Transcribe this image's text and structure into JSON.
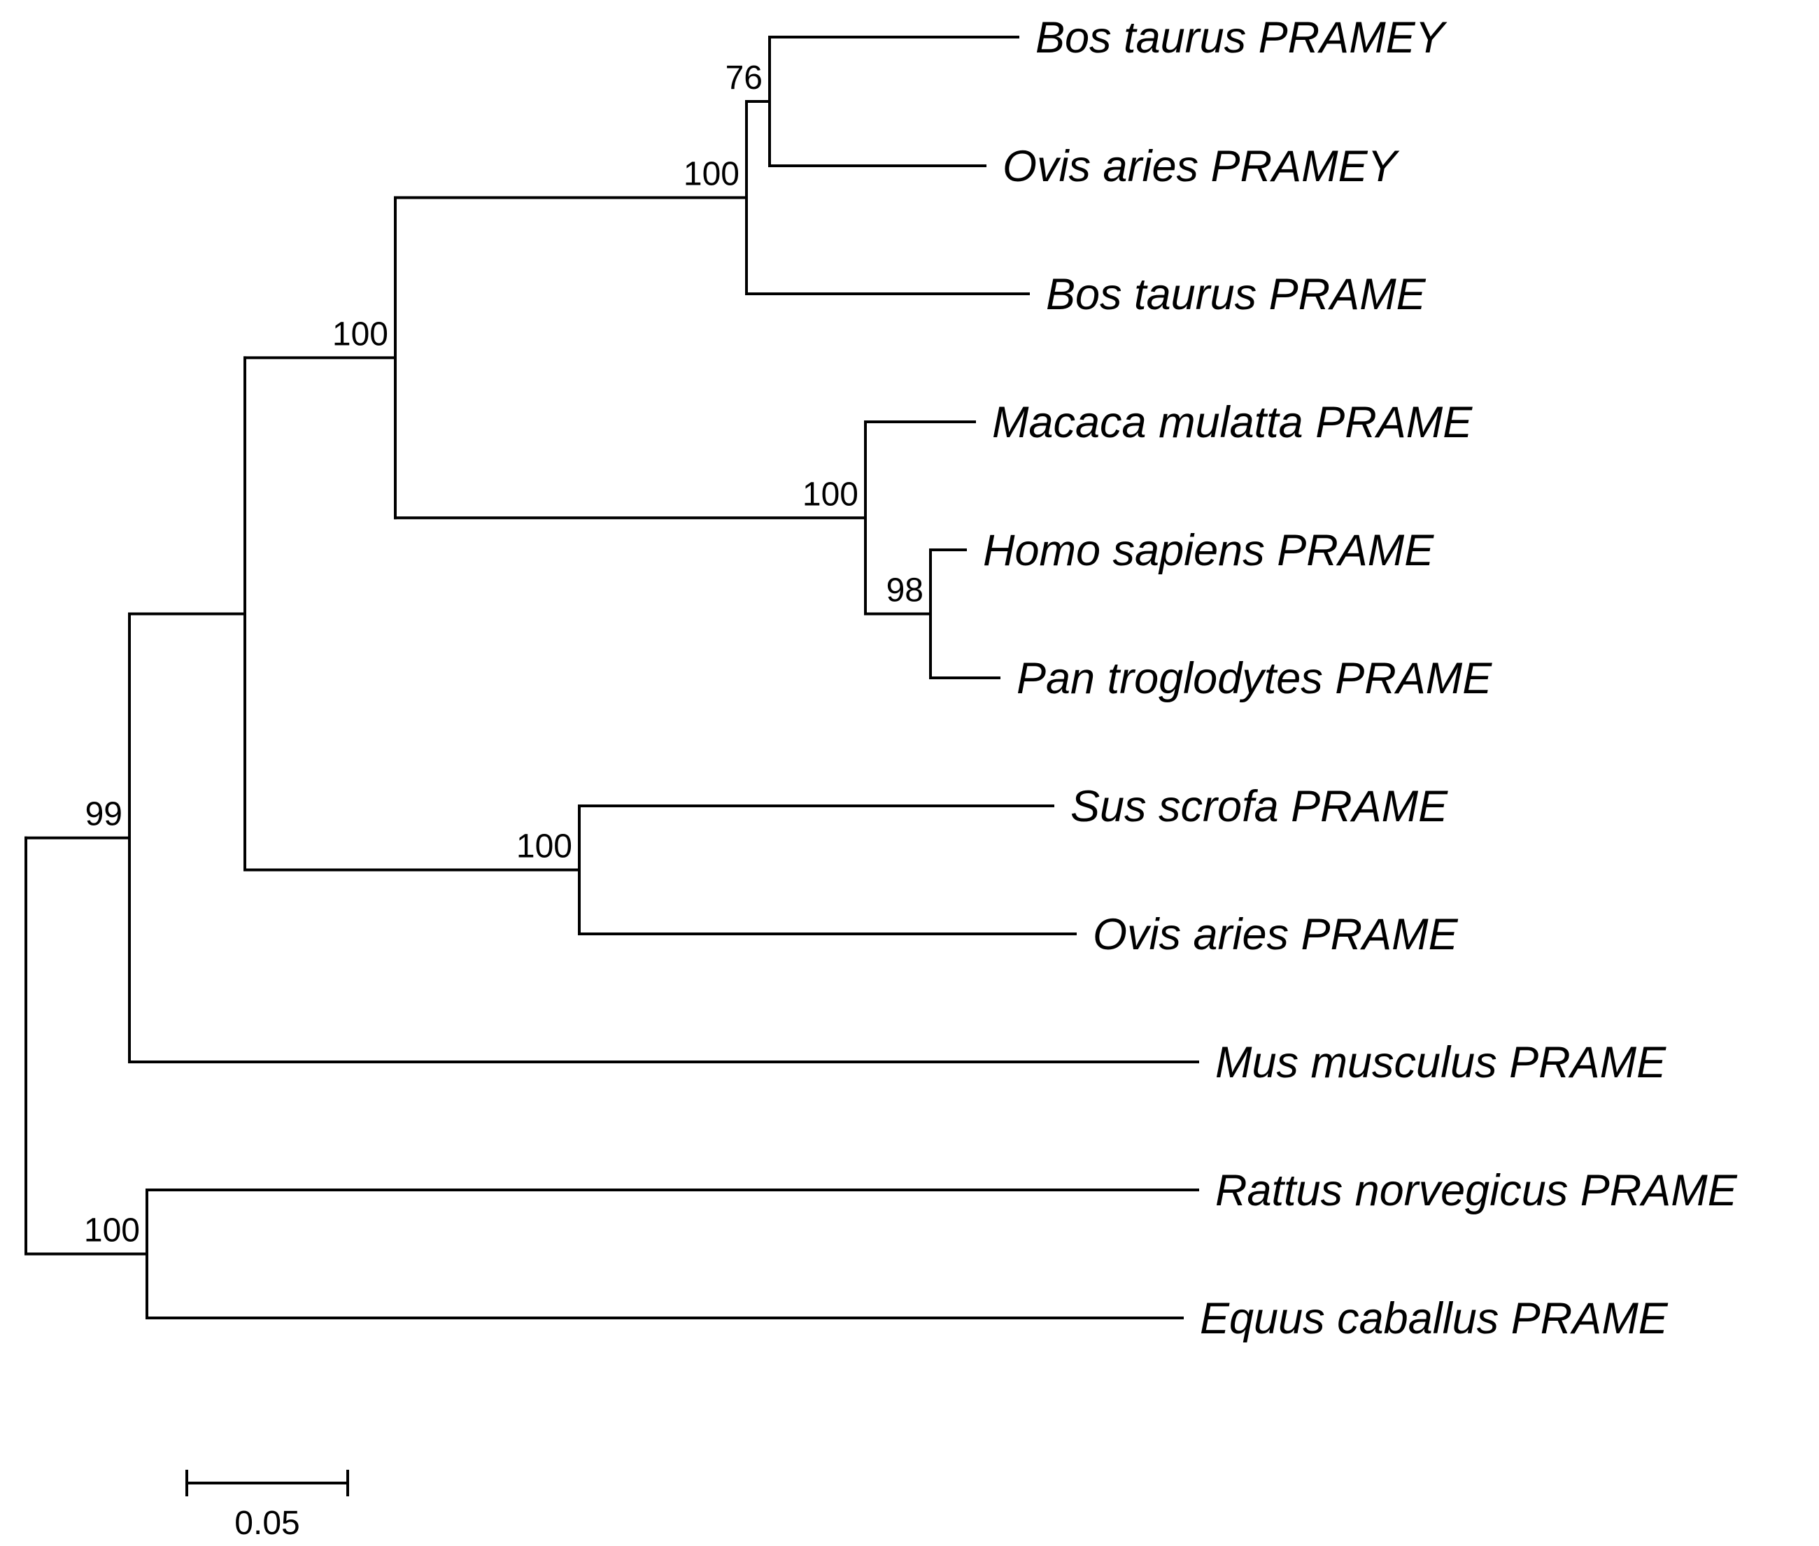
{
  "colors": {
    "line": "#000000",
    "text": "#000000",
    "background": "#ffffff"
  },
  "tree": {
    "id": "root",
    "children": [
      {
        "id": "n_main",
        "support": "99",
        "children": [
          {
            "id": "n_mid",
            "support": "",
            "children": [
              {
                "id": "n_100a",
                "support": "100",
                "children": [
                  {
                    "id": "n_100b",
                    "support": "100",
                    "children": [
                      {
                        "id": "n_76",
                        "support": "76",
                        "children": [
                          {
                            "id": "t1",
                            "label": "Bos taurus PRAMEY"
                          },
                          {
                            "id": "t2",
                            "label": "Ovis aries PRAMEY"
                          }
                        ]
                      },
                      {
                        "id": "t3",
                        "label": "Bos taurus PRAME"
                      }
                    ]
                  },
                  {
                    "id": "n_100c",
                    "support": "100",
                    "children": [
                      {
                        "id": "t4",
                        "label": "Macaca mulatta PRAME"
                      },
                      {
                        "id": "n_98",
                        "support": "98",
                        "children": [
                          {
                            "id": "t5",
                            "label": "Homo sapiens PRAME"
                          },
                          {
                            "id": "t6",
                            "label": "Pan troglodytes PRAME"
                          }
                        ]
                      }
                    ]
                  }
                ]
              },
              {
                "id": "n_100d",
                "support": "100",
                "children": [
                  {
                    "id": "t7",
                    "label": "Sus scrofa PRAME"
                  },
                  {
                    "id": "t8",
                    "label": "Ovis aries PRAME"
                  }
                ]
              }
            ]
          },
          {
            "id": "t9",
            "label": "Mus musculus PRAME"
          }
        ]
      },
      {
        "id": "n_100e",
        "support": "100",
        "children": [
          {
            "id": "t10",
            "label": "Rattus norvegicus PRAME"
          },
          {
            "id": "t11",
            "label": "Equus caballus PRAME"
          }
        ]
      }
    ]
  },
  "scale_bar": {
    "value": 0.05,
    "label": "0.05"
  }
}
